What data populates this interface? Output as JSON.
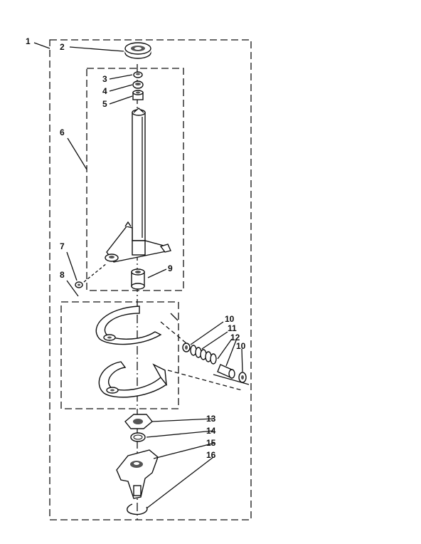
{
  "callouts": [
    "1",
    "2",
    "3",
    "4",
    "5",
    "6",
    "7",
    "8",
    "9",
    "10",
    "11",
    "12",
    "10",
    "13",
    "14",
    "15",
    "16"
  ],
  "parts": [
    {
      "icon": "bearing-icon"
    },
    {
      "icon": "washer-icon"
    },
    {
      "icon": "seal-icon"
    },
    {
      "icon": "bushing-icon"
    },
    {
      "icon": "shaft-icon"
    },
    {
      "icon": "nut-icon"
    },
    {
      "icon": "clutch-bands-icon"
    },
    {
      "icon": "bushing-icon"
    },
    {
      "icon": "spring-icon"
    },
    {
      "icon": "pin-icon"
    },
    {
      "icon": "retainer-icon"
    },
    {
      "icon": "drive-block-icon"
    },
    {
      "icon": "snap-ring-icon"
    }
  ]
}
